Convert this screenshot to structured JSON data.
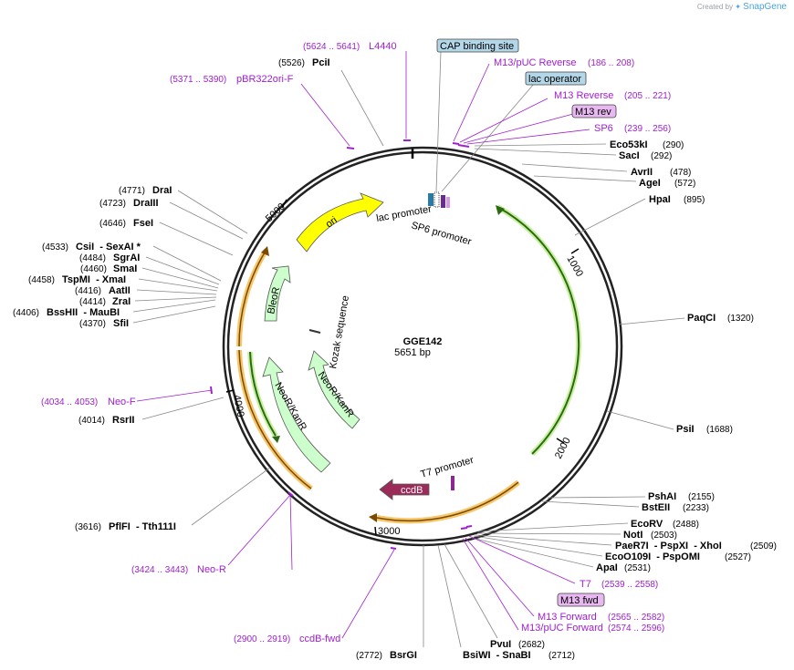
{
  "credit": {
    "prefix": "Created by",
    "brand": "SnapGene"
  },
  "plasmid": {
    "name": "GGE142",
    "size": "5651 bp"
  },
  "ticks": [
    "1000",
    "2000",
    "3000",
    "4000",
    "5000"
  ],
  "colors": {
    "feature_purple": "#a020d0",
    "site_black": "#000000",
    "ori": "#ffff00",
    "resistance": "#ccffcc",
    "ccdB": "#9b2c5a",
    "promoter_box": "#b3d7e8",
    "primer_box": "#e8b8f0"
  },
  "sites_right": [
    {
      "name": "Eco53kI",
      "pos": "(290)"
    },
    {
      "name": "SacI",
      "pos": "(292)"
    },
    {
      "name": "AvrII",
      "pos": "(478)"
    },
    {
      "name": "AgeI",
      "pos": "(572)"
    },
    {
      "name": "HpaI",
      "pos": "(895)"
    },
    {
      "name": "PaqCI",
      "pos": "(1320)"
    },
    {
      "name": "PsiI",
      "pos": "(1688)"
    },
    {
      "name": "PshAI",
      "pos": "(2155)"
    },
    {
      "name": "BstEII",
      "pos": "(2233)"
    },
    {
      "name": "EcoRV",
      "pos": "(2488)"
    },
    {
      "name": "NotI",
      "pos": "(2503)"
    },
    {
      "name": "PaeR7I  - PspXI  - XhoI",
      "pos": "(2509)"
    },
    {
      "name": "EcoO109I  - PspOMI",
      "pos": "(2527)"
    },
    {
      "name": "ApaI",
      "pos": "(2531)"
    }
  ],
  "sites_left": [
    {
      "name": "DraI",
      "pos": "(4771)"
    },
    {
      "name": "DraIII",
      "pos": "(4723)"
    },
    {
      "name": "FseI",
      "pos": "(4646)"
    },
    {
      "name": "CsiI  - SexAI *",
      "pos": "(4533)"
    },
    {
      "name": "SgrAI",
      "pos": "(4484)"
    },
    {
      "name": "SmaI",
      "pos": "(4460)"
    },
    {
      "name": "TspMI  - XmaI",
      "pos": "(4458)"
    },
    {
      "name": "AatII",
      "pos": "(4416)"
    },
    {
      "name": "ZraI",
      "pos": "(4414)"
    },
    {
      "name": "BssHII  - MauBI",
      "pos": "(4406)"
    },
    {
      "name": "SfiI",
      "pos": "(4370)"
    },
    {
      "name": "RsrII",
      "pos": "(4014)"
    },
    {
      "name": "PflFI  - Tth111I",
      "pos": "(3616)"
    }
  ],
  "sites_top": [
    {
      "name": "PciI",
      "pos": "(5526)"
    }
  ],
  "sites_bottom": [
    {
      "name": "BsrGI",
      "pos": "(2772)"
    },
    {
      "name": "BsiWI  - SnaBI",
      "pos": "(2712)"
    },
    {
      "name": "PvuI",
      "pos": "(2682)"
    }
  ],
  "primers": [
    {
      "name": "L4440",
      "range": "(5624 .. 5641)"
    },
    {
      "name": "pBR322ori-F",
      "range": "(5371 .. 5390)"
    },
    {
      "name": "M13/pUC Reverse",
      "range": "(186 .. 208)"
    },
    {
      "name": "M13 Reverse",
      "range": "(205 .. 221)"
    },
    {
      "name": "SP6",
      "range": "(239 .. 256)"
    },
    {
      "name": "Neo-F",
      "range": "(4034 .. 4053)"
    },
    {
      "name": "Neo-R",
      "range": "(3424 .. 3443)"
    },
    {
      "name": "ccdB-fwd",
      "range": "(2900 .. 2919)"
    },
    {
      "name": "T7",
      "range": "(2539 .. 2558)"
    },
    {
      "name": "M13 Forward",
      "range": "(2565 .. 2582)"
    },
    {
      "name": "M13/pUC Forward",
      "range": "(2574 .. 2596)"
    }
  ],
  "boxed": {
    "cap": "CAP binding site",
    "lac_op": "lac operator",
    "m13rev": "M13 rev",
    "m13fwd": "M13 fwd"
  },
  "features": {
    "ori": "ori",
    "bleo": "BleoR",
    "neo1": "NeoR/KanR",
    "neo2": "NeoR/KanR",
    "ccdb": "ccdB",
    "kozak": "Kozak sequence",
    "lac_promoter": "lac promoter",
    "sp6_promoter": "SP6 promoter",
    "t7_promoter": "T7 promoter"
  }
}
